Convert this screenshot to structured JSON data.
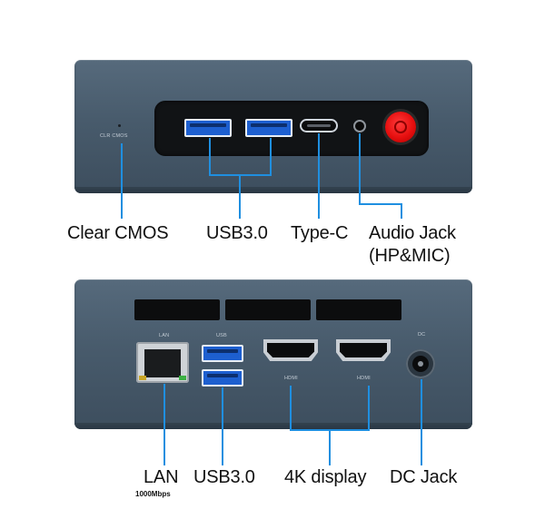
{
  "top_device": {
    "case_text": "CLR CMOS",
    "labels": {
      "clear_cmos": "Clear CMOS",
      "usb": "USB3.0",
      "typec": "Type-C",
      "audio_line1": "Audio Jack",
      "audio_line2": "(HP&MIC)"
    }
  },
  "bottom_device": {
    "case_text": {
      "lan": "LAN",
      "usb": "USB",
      "hdmi_left": "HDMI",
      "hdmi_right": "HDMI",
      "dc": "DC"
    },
    "labels": {
      "lan": "LAN",
      "lan_speed": "1000Mbps",
      "usb": "USB3.0",
      "display": "4K display",
      "dc": "DC Jack"
    }
  },
  "colors": {
    "callout_line": "#1f8fe0",
    "case": "#4b5e6f",
    "usb_blue": "#1d5fd0",
    "power_red": "#e60f0f"
  }
}
